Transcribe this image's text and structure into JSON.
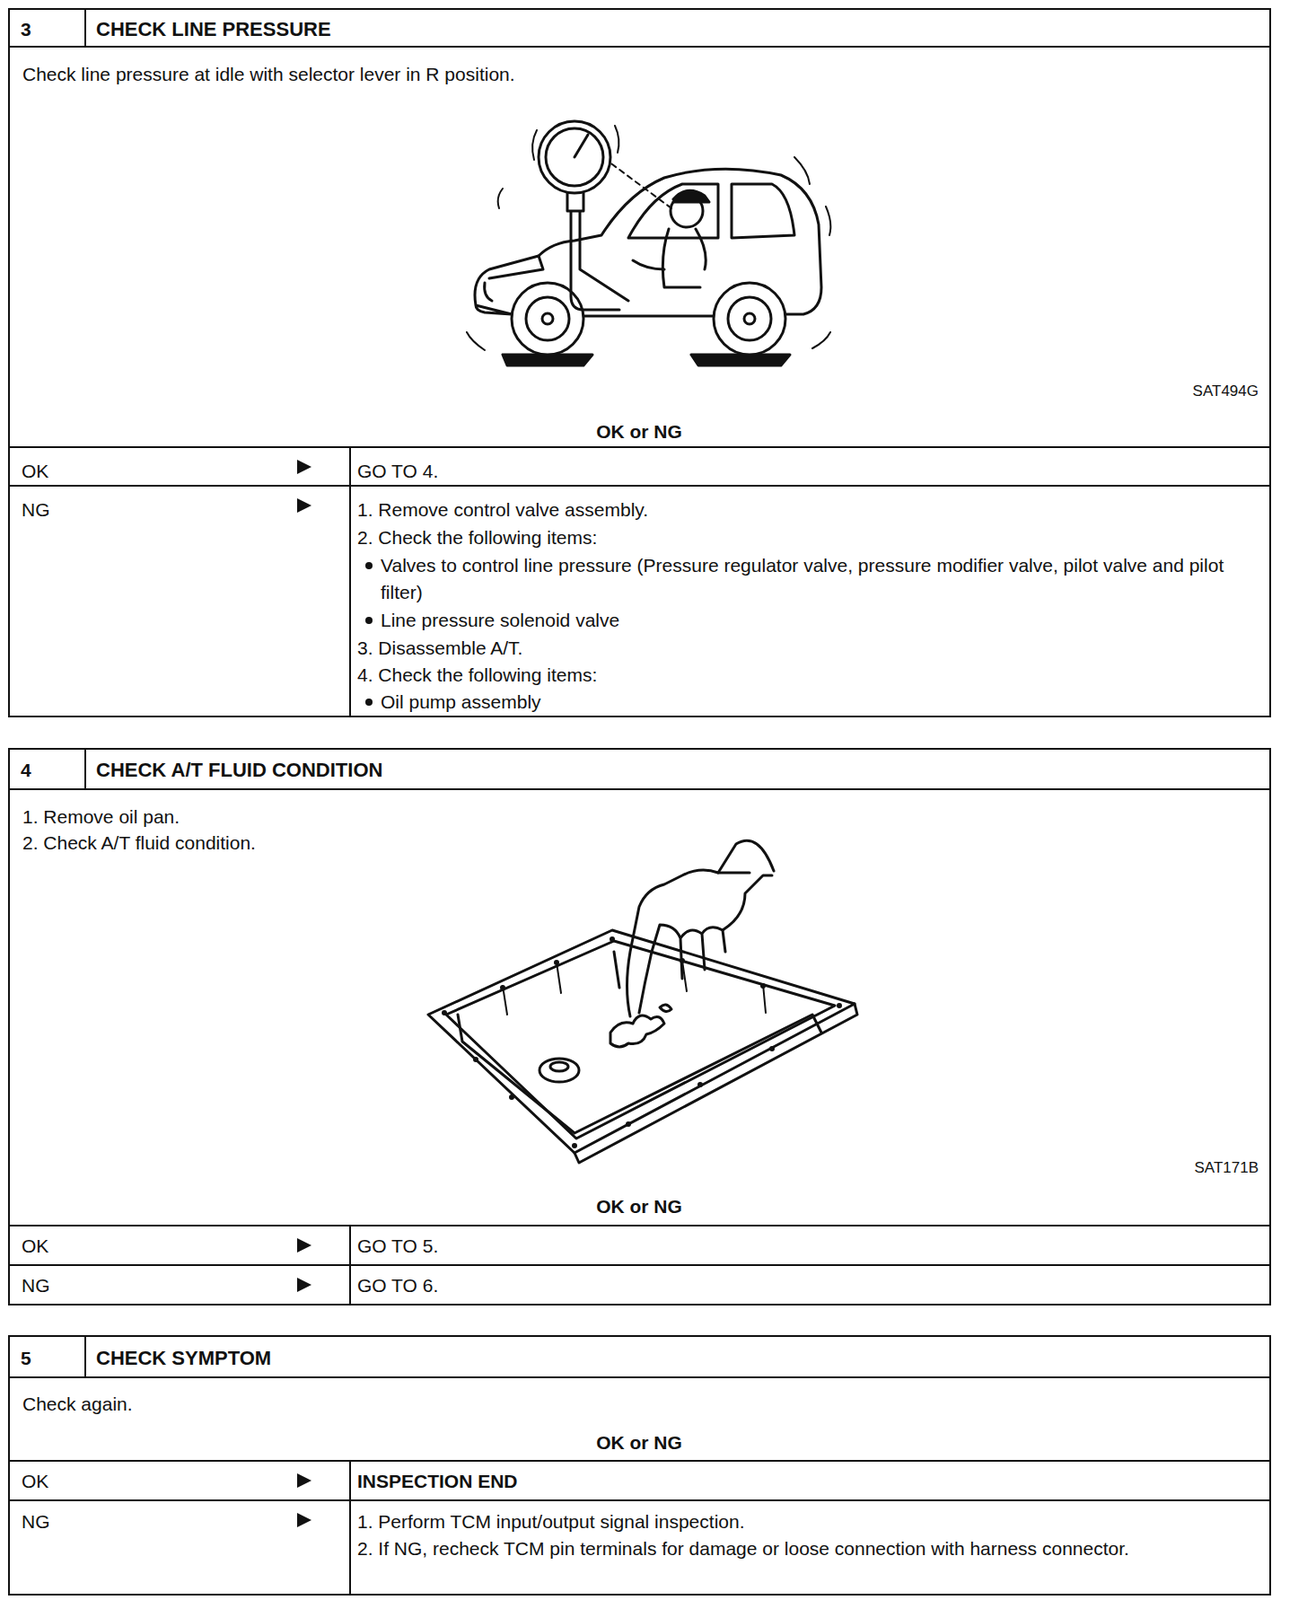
{
  "diagram": {
    "nodes": [
      {
        "text": [
          "3",
          "CHECK LINE PRESSURE",
          "Check line pressure at idle with selector lever in R position.",
          "OK or NG"
        ]
      },
      {
        "text": [
          "4",
          "CHECK A/T FLUID CONDITION",
          "1. Remove oil pan.",
          "2. Check A/T fluid condition.",
          "OK or NG"
        ]
      },
      {
        "text": [
          "5",
          "CHECK SYMPTOM",
          "Check again.",
          "OK or NG"
        ]
      }
    ],
    "labels": [
      "SAT494G",
      "OK",
      "GO TO 4.",
      "NG",
      "1. Remove control valve assembly.",
      "2. Check the following items:",
      "Valves to control line pressure (Pressure regulator valve, pressure modifier valve, pilot valve and pilot filter)",
      "Line pressure solenoid valve",
      "3. Disassemble A/T.",
      "4. Check the following items:",
      "Oil pump assembly",
      "SAT171B",
      "OK",
      "GO TO 5.",
      "NG",
      "GO TO 6.",
      "OK",
      "INSPECTION END",
      "NG",
      "1. Perform TCM input/output signal inspection.",
      "2. If NG, recheck TCM pin terminals for damage or loose connection with harness connector."
    ]
  }
}
